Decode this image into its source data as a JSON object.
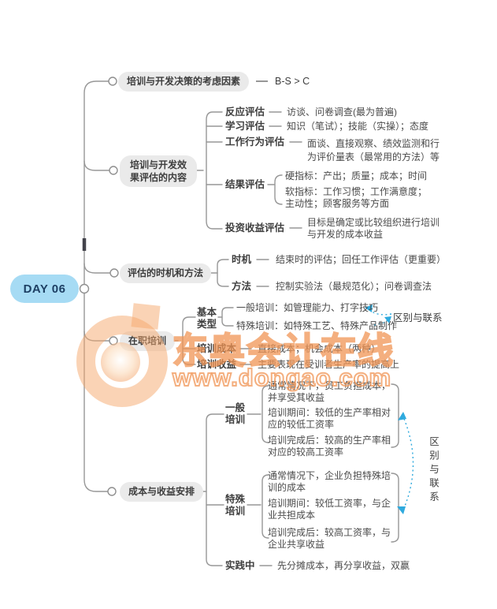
{
  "day_label": "DAY 06",
  "watermark": {
    "brand": "东奥会计在线",
    "url": "www.dongao.com"
  },
  "branches": [
    {
      "title": "培训与开发决策的考虑因素",
      "value": "B-S > C"
    },
    {
      "title": "培训与开发效果评估的内容",
      "children": [
        {
          "label": "反应评估",
          "text": "访谈、问卷调查(最为普遍)"
        },
        {
          "label": "学习评估",
          "text": "知识（笔试）；技能（实操）；态度"
        },
        {
          "label": "工作行为评估",
          "text": "面谈、直接观察、绩效监测和行为评价量表（最常用的方法）等"
        },
        {
          "label": "结果评估",
          "items": [
            "硬指标：产出；质量；成本；时间",
            "软指标：工作习惯；工作满意度；主动性；顾客服务等方面"
          ]
        },
        {
          "label": "投资收益评估",
          "text": "目标是确定或比较组织进行培训与开发的成本收益"
        }
      ]
    },
    {
      "title": "评估的时机和方法",
      "children": [
        {
          "label": "时机",
          "text": "结束时的评估；回任工作评估（更重要）"
        },
        {
          "label": "方法",
          "text": "控制实验法（最规范化）；问卷调查法"
        }
      ]
    },
    {
      "title": "在职培训",
      "annotation": "区别与联系",
      "children": [
        {
          "label": "基本类型",
          "items": [
            "一般培训：如管理能力、打字技巧",
            "特殊培训：如特殊工艺、特殊产品制作"
          ]
        },
        {
          "label": "培训成本",
          "text": "直接成本；机会成本（两种）"
        },
        {
          "label": "培训收益",
          "text": "主要表现在受训者生产率的提高上"
        }
      ]
    },
    {
      "title": "成本与收益安排",
      "annotation": "区别与联系",
      "children": [
        {
          "label": "一般培训",
          "items": [
            "通常情况下，员工负担成本，并享受其收益",
            "培训期间：较低的生产率相对应的较低工资率",
            "培训完成后：较高的生产率相对应的较高工资率"
          ]
        },
        {
          "label": "特殊培训",
          "items": [
            "通常情况下，企业负担特殊培训的成本",
            "培训期间：较低工资率，与企业共担成本",
            "培训完成后：较高工资率，与企业共享收益"
          ]
        },
        {
          "label": "实践中",
          "text": "先分摊成本，再分享收益，双赢"
        }
      ]
    }
  ]
}
